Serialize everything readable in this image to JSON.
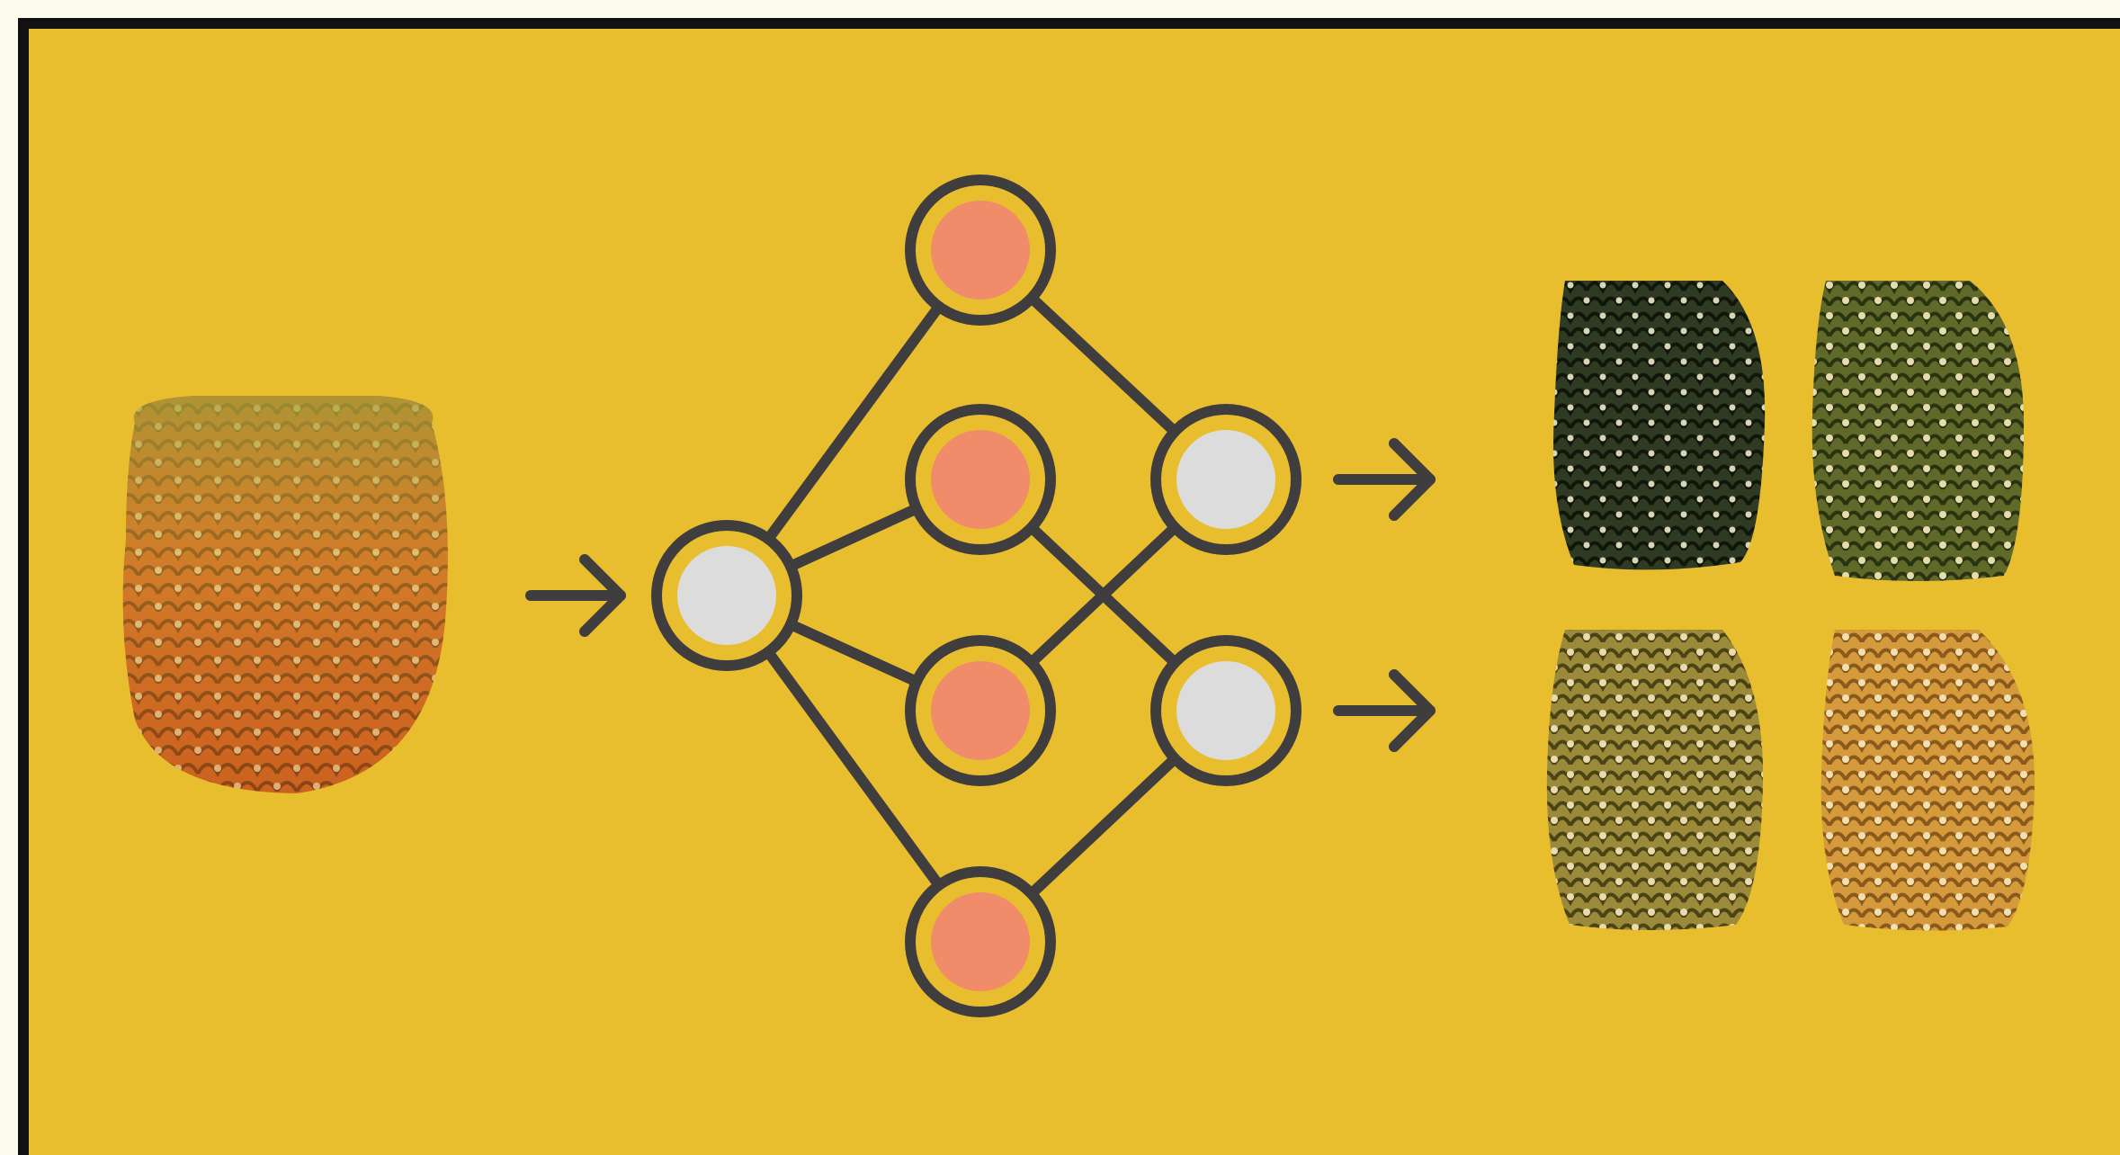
{
  "colors": {
    "page_background": "#fdfaee",
    "panel_background": "#e9be2e",
    "frame_border": "#111111",
    "line_color": "#3f3d3d",
    "input_node_fill": "#dcdcdc",
    "hidden_node_fill": "#f08c6a",
    "output_node_fill": "#dcdcdc",
    "node_ring_fill": "#e9be2e"
  },
  "diagram": {
    "input_image": {
      "icon": "pineapple-icon",
      "ripeness": "ripe-orange"
    },
    "input_arrow": {
      "icon": "arrow-right-icon"
    },
    "network": {
      "input_nodes": 1,
      "hidden_nodes": 4,
      "output_nodes": 2
    },
    "output_arrows": [
      {
        "icon": "arrow-right-icon"
      },
      {
        "icon": "arrow-right-icon"
      }
    ],
    "output_images": [
      {
        "icon": "pineapple-icon",
        "ripeness": "unripe-dark-green"
      },
      {
        "icon": "pineapple-icon",
        "ripeness": "unripe-green"
      },
      {
        "icon": "pineapple-icon",
        "ripeness": "semi-ripe"
      },
      {
        "icon": "pineapple-icon",
        "ripeness": "ripe-golden"
      }
    ]
  }
}
